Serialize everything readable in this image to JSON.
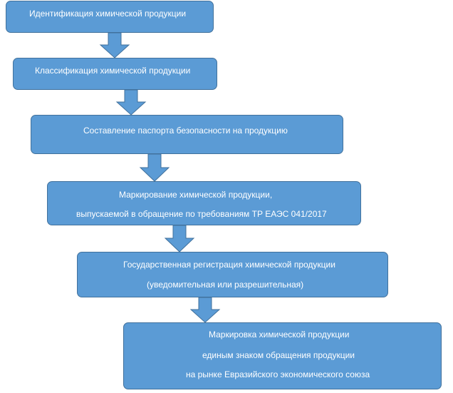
{
  "flow": {
    "step1": {
      "line1": "Идентификация  химической продукции"
    },
    "step2": {
      "line1": "Классификация  химической продукции"
    },
    "step3": {
      "line1": "Составление паспорта безопасности на продукцию"
    },
    "step4": {
      "line1": "Маркирование  химической продукции,",
      "line2": "выпускаемой в обращение по требованиям ТР ЕАЭС 041/2017"
    },
    "step5": {
      "line1": "Государственная регистрация химической продукции",
      "line2": "(уведомительная или разрешительная)"
    },
    "step6": {
      "line1": "Маркировка химической продукции",
      "line2": "единым знаком обращения продукции",
      "line3": "на рынке Евразийского экономического союза"
    }
  },
  "colors": {
    "box_fill": "#5b9bd5",
    "box_border": "#41719c",
    "text": "#ffffff"
  }
}
